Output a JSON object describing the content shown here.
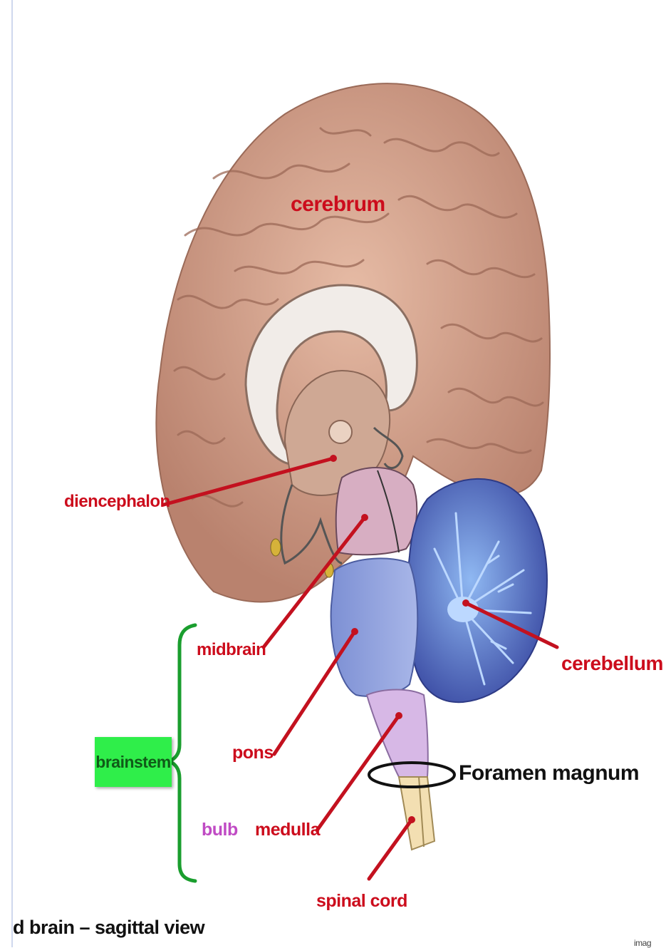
{
  "labels": {
    "cerebrum": "cerebrum",
    "diencephalon": "diencephalon",
    "midbrain": "midbrain",
    "cerebellum": "cerebellum",
    "pons": "pons",
    "medulla": "medulla",
    "spinal_cord": "spinal cord",
    "bulb": "bulb",
    "brainstem": "brainstem",
    "foramen_magnum": "Foramen magnum"
  },
  "caption": "d brain – sagittal view",
  "corner_text": "imag",
  "colors": {
    "label_red": "#cc0c1c",
    "bulb_purple": "#c04bc4",
    "brainstem_box": "#2fee4a",
    "cerebrum_pink": "#d9a892",
    "cerebellum_blue": "#4a5fb8",
    "pons_blue": "#8fa0dc",
    "midbrain_pink": "#d9aec2",
    "medulla_lilac": "#d7b8e6",
    "spinal_cord_tan": "#f3dfb2",
    "bracket_green": "#1a9e2e"
  }
}
